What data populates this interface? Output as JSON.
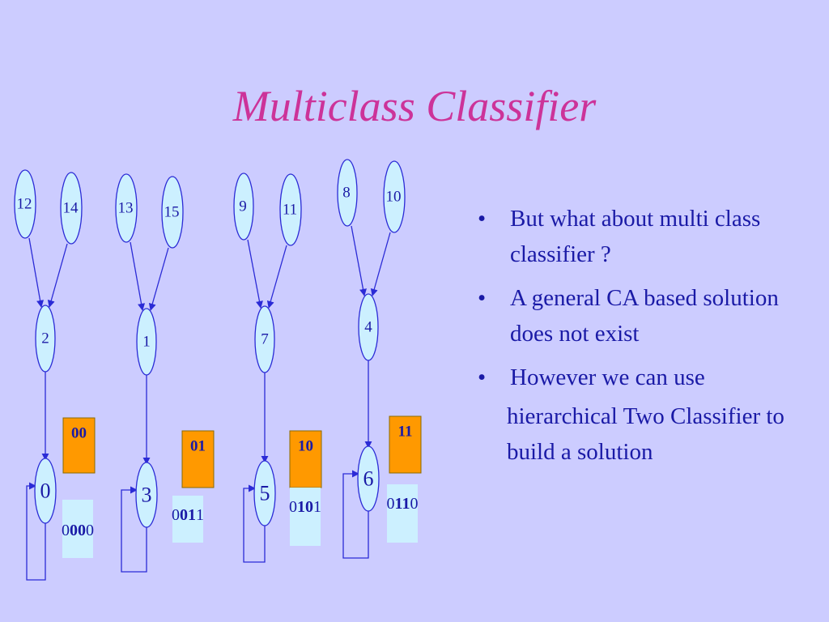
{
  "title": "Multiclass Classifier",
  "bullets": [
    {
      "text": "But what about multi class classifier ?"
    },
    {
      "text": "A general CA based solution does not exist"
    },
    {
      "text": "However we can use"
    }
  ],
  "continuation": "hierarchical Two Classifier to build a solution",
  "trees": [
    {
      "leaves": [
        "12",
        "14"
      ],
      "middle": "2",
      "root": "0",
      "label": "00",
      "code": [
        {
          "t": "0",
          "b": false
        },
        {
          "t": "0",
          "b": true
        },
        {
          "t": "0",
          "b": true
        },
        {
          "t": "0",
          "b": false
        }
      ]
    },
    {
      "leaves": [
        "13",
        "15"
      ],
      "middle": "1",
      "root": "3",
      "label": "01",
      "code": [
        {
          "t": "0",
          "b": false
        },
        {
          "t": "0",
          "b": true
        },
        {
          "t": "1",
          "b": true
        },
        {
          "t": "1",
          "b": false
        }
      ]
    },
    {
      "leaves": [
        "9",
        "11"
      ],
      "middle": "7",
      "root": "5",
      "label": "10",
      "code": [
        {
          "t": "0",
          "b": false
        },
        {
          "t": "1",
          "b": true
        },
        {
          "t": "0",
          "b": true
        },
        {
          "t": "1",
          "b": false
        }
      ]
    },
    {
      "leaves": [
        "8",
        "10"
      ],
      "middle": "4",
      "root": "6",
      "label": "11",
      "code": [
        {
          "t": "0",
          "b": false
        },
        {
          "t": "1",
          "b": true
        },
        {
          "t": "1",
          "b": true
        },
        {
          "t": "0",
          "b": false
        }
      ]
    }
  ],
  "colors": {
    "background": "#ccccff",
    "title": "#cc3399",
    "text": "#1a1aa6",
    "node_fill": "#ccf0ff",
    "node_stroke": "#2b2bd6",
    "label_box": "#ff9900",
    "code_box": "#ccf0ff"
  }
}
